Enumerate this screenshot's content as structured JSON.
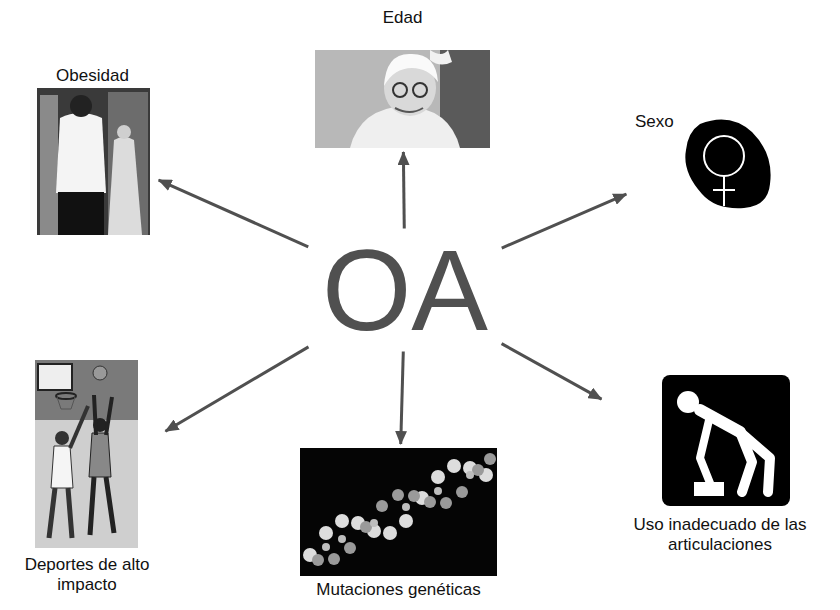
{
  "diagram": {
    "nodes": [
      {
        "text": [
          "Edad"
        ]
      },
      {
        "text": [
          "Obesidad"
        ]
      },
      {
        "text": [
          "Sexo"
        ]
      },
      {
        "text": [
          "OA"
        ]
      },
      {
        "text": [
          "Deportes de alto impacto"
        ]
      },
      {
        "text": [
          "Mutaciones genéticas"
        ]
      },
      {
        "text": [
          "Uso inadecuado de las articulaciones"
        ]
      }
    ],
    "edges": [
      {
        "from": 3,
        "to": 0,
        "arrow": "to"
      },
      {
        "from": 3,
        "to": 1,
        "arrow": "to"
      },
      {
        "from": 3,
        "to": 2,
        "arrow": "to"
      },
      {
        "from": 3,
        "to": 4,
        "arrow": "to"
      },
      {
        "from": 3,
        "to": 5,
        "arrow": "to"
      },
      {
        "from": 3,
        "to": 6,
        "arrow": "to"
      }
    ]
  }
}
